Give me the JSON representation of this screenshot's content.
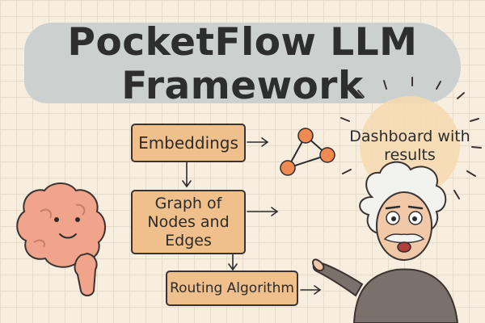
{
  "title": {
    "line1": "PocketFlow LLM",
    "line2": "Framework"
  },
  "nodes": {
    "embeddings": "Embeddings",
    "graph": "Graph of Nodes and Edges",
    "routing": "Routing Algorithm"
  },
  "callout": {
    "text": "Dashboard with results"
  },
  "icons": [
    "brain-icon",
    "network-graph-icon",
    "scientist-illustration",
    "glow-burst-icon"
  ],
  "colors": {
    "background": "#f7eedf",
    "title_band": "#c9cfcd",
    "box_fill": "#f0c08c",
    "brain": "#f0a48c",
    "graph_nodes": "#f08a50",
    "glow": "#f7d9b0"
  }
}
